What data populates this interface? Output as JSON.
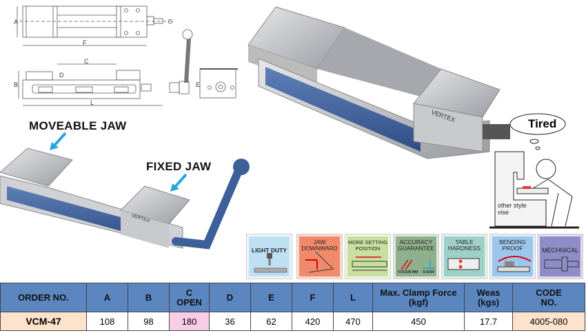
{
  "drawing": {
    "dims": [
      "A",
      "F",
      "C",
      "D",
      "B",
      "L",
      "E"
    ]
  },
  "callouts": {
    "moveable_jaw": "MOVEABLE JAW",
    "fixed_jaw": "FIXED JAW"
  },
  "brand_on_vise": "VERTEX",
  "cartoon": {
    "bubble": "Tired",
    "caption": "other style vise"
  },
  "features": [
    {
      "label": "LIGHT DUTY",
      "color": "#bfe0f3"
    },
    {
      "label": "JAW DOWNWARD",
      "color": "#f08a6a"
    },
    {
      "label": "MORE SETTING POSITION",
      "color": "#c8dfa0"
    },
    {
      "label": "ACCURACY GUARANTEE",
      "color": "#8fb08c",
      "sub1": "0.01/100 MM",
      "sub2": "0.02/50"
    },
    {
      "label": "TABLE HARDNESS",
      "color": "#9fd0c8"
    },
    {
      "label": "BENDING PROOF",
      "color": "#9cc6ec"
    },
    {
      "label": "MECHNICAL",
      "color": "#8f8cc8"
    }
  ],
  "table": {
    "headers": [
      "ORDER NO.",
      "A",
      "B",
      "C OPEN",
      "D",
      "E",
      "F",
      "L",
      "Max. Clamp Force (kgf)",
      "Weas (kgs)",
      "CODE NO."
    ],
    "row": [
      "VCM-47",
      "108",
      "98",
      "180",
      "36",
      "62",
      "420",
      "470",
      "450",
      "17.7",
      "4005-080"
    ]
  }
}
